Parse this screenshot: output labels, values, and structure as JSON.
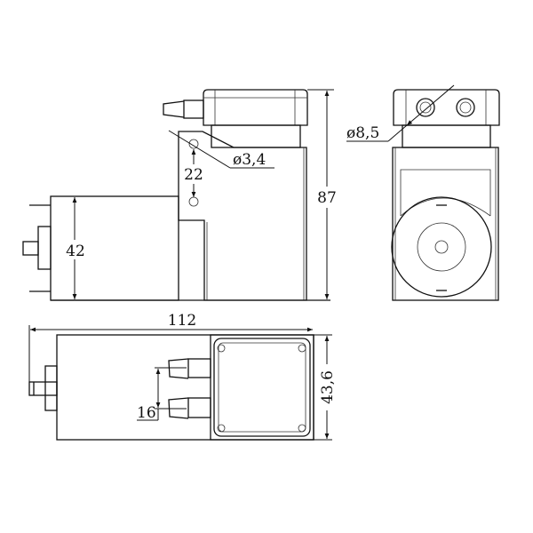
{
  "dimensions": {
    "height_total": "87",
    "motor_height": "42",
    "hole_spacing": "22",
    "hole_diameter": "ø3,4",
    "port_diameter": "ø8,5",
    "length_total": "112",
    "width_head": "43,6",
    "port_spacing": "16"
  },
  "colors": {
    "line": "#111111",
    "background": "#ffffff"
  }
}
